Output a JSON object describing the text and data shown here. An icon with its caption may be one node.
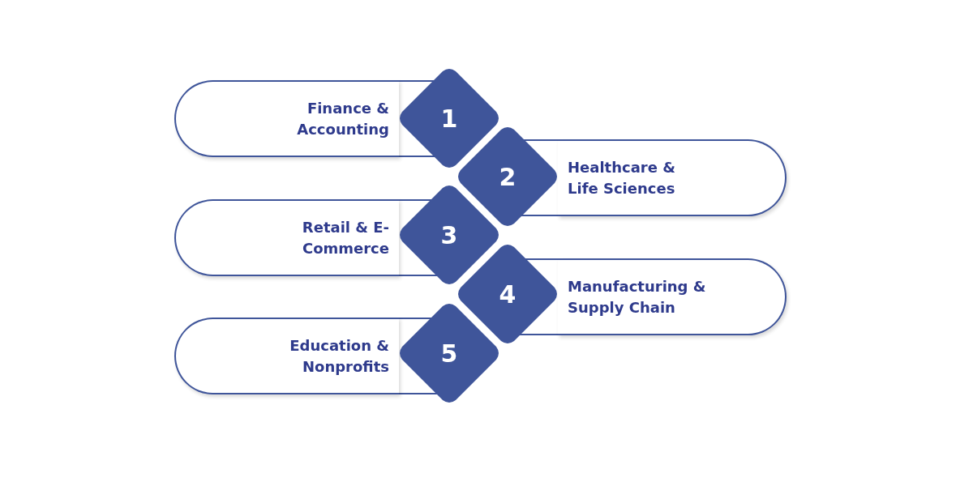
{
  "diagram": {
    "nodes": [
      {
        "text": [
          "Finance & Accounting"
        ]
      },
      {
        "text": [
          "1"
        ]
      },
      {
        "text": [
          "Healthcare & Life Sciences"
        ]
      },
      {
        "text": [
          "2"
        ]
      },
      {
        "text": [
          "Retail & E-Commerce"
        ]
      },
      {
        "text": [
          "3"
        ]
      },
      {
        "text": [
          "Manufacturing & Supply Chain"
        ]
      },
      {
        "text": [
          "4"
        ]
      },
      {
        "text": [
          "Education & Nonprofits"
        ]
      },
      {
        "text": [
          "5"
        ]
      }
    ]
  }
}
